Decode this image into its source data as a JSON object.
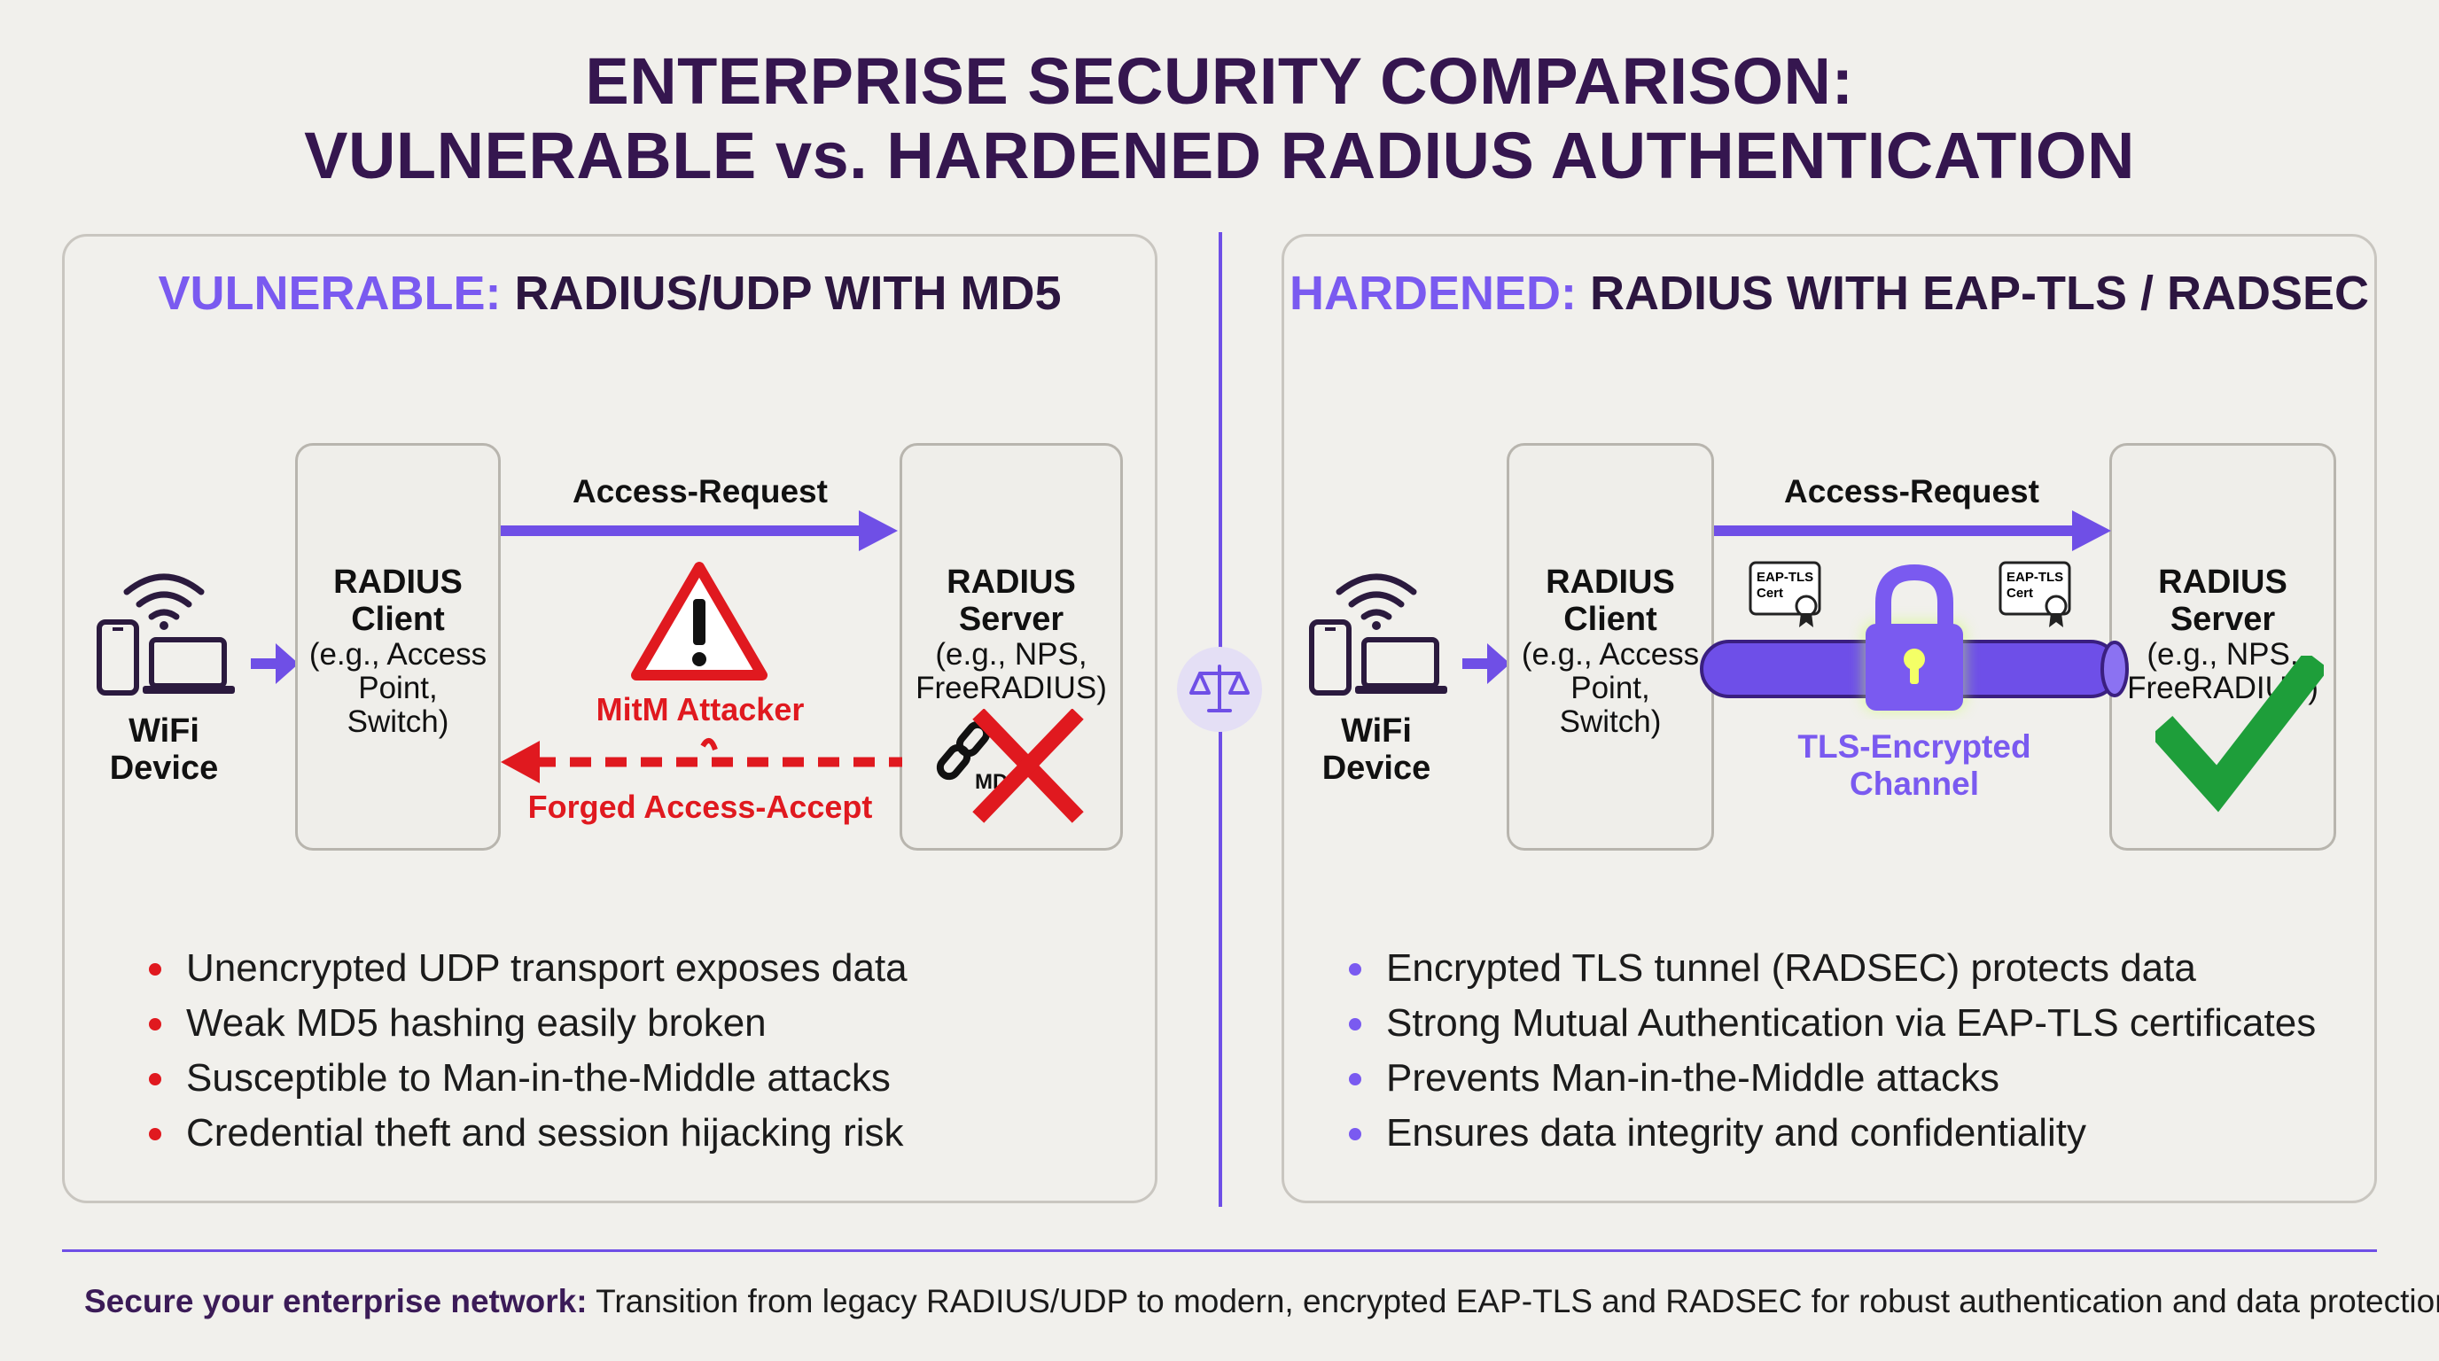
{
  "title": {
    "line1": "ENTERPRISE SECURITY COMPARISON:",
    "line2": "VULNERABLE vs. HARDENED RADIUS AUTHENTICATION"
  },
  "left": {
    "heading_highlight": "VULNERABLE:",
    "heading_rest": " RADIUS/UDP WITH MD5",
    "device": {
      "line1": "WiFi",
      "line2": "Device"
    },
    "client": {
      "title1": "RADIUS",
      "title2": "Client",
      "detail1": "(e.g., Access",
      "detail2": "Point,",
      "detail3": "Switch)"
    },
    "server": {
      "title1": "RADIUS",
      "title2": "Server",
      "detail1": "(e.g., NPS,",
      "detail2": "FreeRADIUS)"
    },
    "request_label": "Access-Request",
    "attacker_label": "MitM Attacker",
    "forged_label": "Forged Access-Accept",
    "md5_label": "MD5",
    "bullets": [
      "Unencrypted UDP transport exposes data",
      "Weak MD5 hashing easily broken",
      "Susceptible to Man-in-the-Middle attacks",
      "Credential theft and session hijacking risk"
    ]
  },
  "right": {
    "heading_highlight": "HARDENED:",
    "heading_rest": " RADIUS WITH EAP-TLS / RADSEC",
    "device": {
      "line1": "WiFi",
      "line2": "Device"
    },
    "client": {
      "title1": "RADIUS",
      "title2": "Client",
      "detail1": "(e.g., Access",
      "detail2": "Point,",
      "detail3": "Switch)"
    },
    "server": {
      "title1": "RADIUS",
      "title2": "Server",
      "detail1": "(e.g., NPS,",
      "detail2": "FreeRADIUS)"
    },
    "request_label": "Access-Request",
    "cert_line1": "EAP-TLS",
    "cert_line2": "Cert",
    "channel_line1": "TLS-Encrypted",
    "channel_line2": "Channel",
    "bullets": [
      "Encrypted TLS tunnel (RADSEC) protects data",
      "Strong Mutual Authentication via EAP-TLS certificates",
      "Prevents Man-in-the-Middle attacks",
      "Ensures data integrity and confidentiality"
    ]
  },
  "footer": {
    "bold": "Secure your enterprise network:",
    "text": " Transition from legacy RADIUS/UDP to modern, encrypted EAP-TLS and RADSEC for robust authentication and data protection."
  },
  "colors": {
    "accent": "#7a5af0",
    "title": "#35164f",
    "danger": "#e0191f",
    "success": "#1e9e3a",
    "tunnel": "#6e4fe8"
  },
  "icons": [
    "wifi-icon",
    "phone-icon",
    "laptop-icon",
    "warning-icon",
    "broken-link-icon",
    "lock-icon",
    "certificate-icon",
    "checkmark-icon",
    "scales-icon"
  ]
}
